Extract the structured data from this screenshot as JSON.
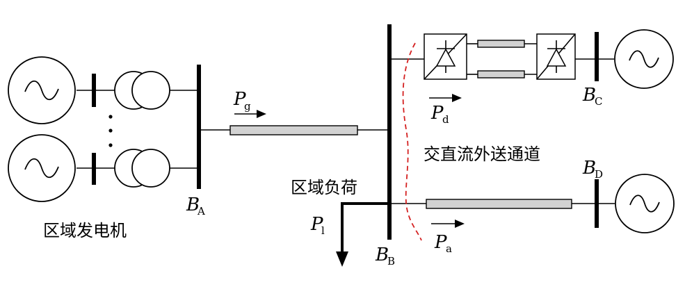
{
  "buses": {
    "A": {
      "letter": "B",
      "sub": "A"
    },
    "B": {
      "letter": "B",
      "sub": "B"
    },
    "C": {
      "letter": "B",
      "sub": "C"
    },
    "D": {
      "letter": "B",
      "sub": "D"
    }
  },
  "powers": {
    "g": {
      "letter": "P",
      "sub": "g"
    },
    "d": {
      "letter": "P",
      "sub": "d"
    },
    "l": {
      "letter": "P",
      "sub": "l"
    },
    "a": {
      "letter": "P",
      "sub": "a"
    }
  },
  "labels": {
    "regional_generators": "区域发电机",
    "regional_load": "区域负荷",
    "ac_dc_channel": "交直流外送通道"
  },
  "colors": {
    "boundary": "#d42020",
    "line_fill": "#d2d2d2"
  },
  "icons": [
    "ac-source-icon",
    "transformer-icon",
    "rectifier-icon",
    "inverter-icon",
    "ellipsis-dots-icon"
  ]
}
